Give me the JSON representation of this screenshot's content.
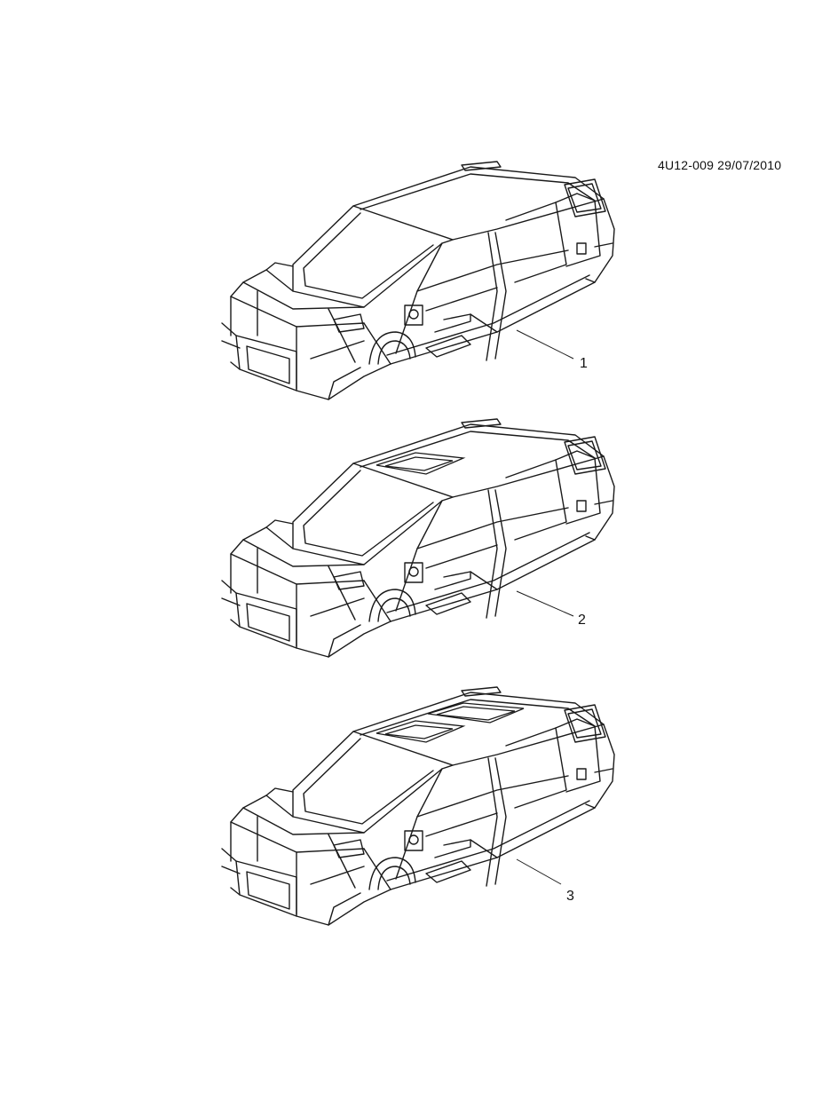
{
  "header": {
    "reference": "4U12-009 29/07/2010"
  },
  "figures": [
    {
      "callout": "1",
      "roof": "solid"
    },
    {
      "callout": "2",
      "roof": "single-sunroof"
    },
    {
      "callout": "3",
      "roof": "dual-sunroof"
    }
  ]
}
